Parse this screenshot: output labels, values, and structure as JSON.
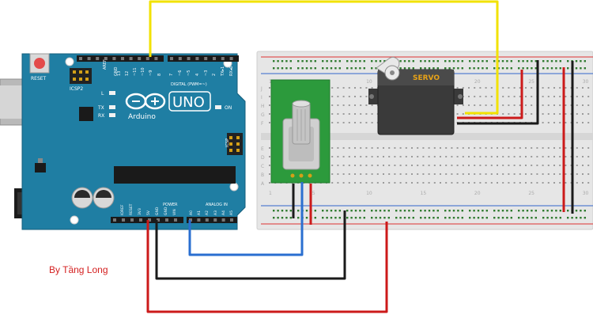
{
  "credit": "By Tầng Long",
  "arduino": {
    "reset": "RESET",
    "icsp2": "ICSP2",
    "icsp": "ICSP",
    "digital": "DIGITAL (PWM=~)",
    "led_l": "L",
    "tx": "TX",
    "rx": "RX",
    "on": "ON",
    "brand": "Arduino",
    "model": "UNO",
    "power": "POWER",
    "analog": "ANALOG IN",
    "aref": "AREF",
    "gnd": "GND",
    "digital_pins": [
      "13",
      "12",
      "~11",
      "~10",
      "~9",
      "8",
      "7",
      "~6",
      "~5",
      "4",
      "~3",
      "2",
      "TX▸1",
      "RX◂0"
    ],
    "power_pins": [
      "IOREF",
      "RESET",
      "3V3",
      "5V",
      "GND",
      "GND",
      "VIN"
    ],
    "analog_pins": [
      "A0",
      "A1",
      "A2",
      "A3",
      "A4",
      "A5"
    ]
  },
  "servo": {
    "label": "SERVO"
  },
  "breadboard": {
    "row_letters": [
      "J",
      "I",
      "H",
      "G",
      "F",
      "E",
      "D",
      "C",
      "B",
      "A"
    ],
    "col_numbers": [
      "1",
      "5",
      "10",
      "15",
      "20",
      "25",
      "30"
    ]
  },
  "colors": {
    "board": "#1f7ea3",
    "breadboard": "#e8e8e8",
    "wire_red": "#cc1a1a",
    "wire_black": "#1a1a1a",
    "wire_blue": "#2a6fd0",
    "wire_yellow": "#f2e200",
    "pot_board": "#2c9a3c",
    "servo": "#3a3a3a"
  }
}
